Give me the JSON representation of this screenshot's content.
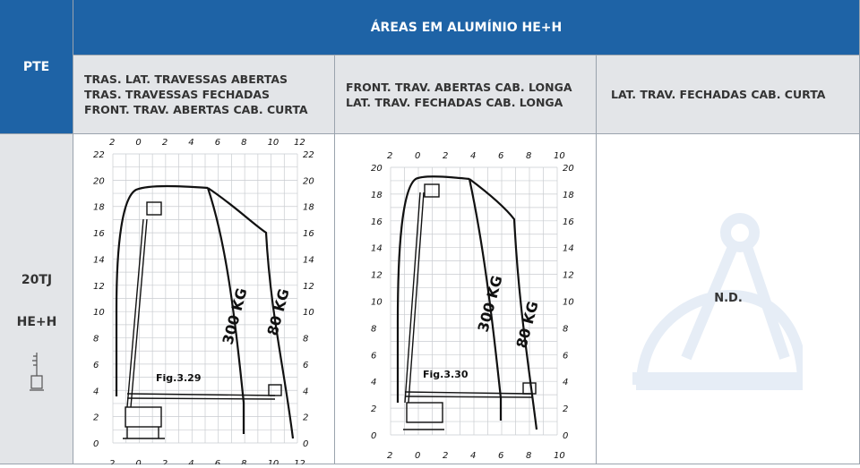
{
  "header": {
    "pte_label": "PTE",
    "areas_title": "ÁREAS EM ALUMÍNIO HE+H"
  },
  "columns": [
    {
      "lines": [
        "TRAS. LAT. TRAVESSAS ABERTAS",
        "TRAS. TRAVESSAS FECHADAS",
        "FRONT. TRAV. ABERTAS CAB. CURTA"
      ]
    },
    {
      "lines": [
        "FRONT. TRAV. ABERTAS CAB. LONGA",
        "LAT. TRAV. FECHADAS CAB. LONGA"
      ]
    },
    {
      "lines": [
        "LAT. TRAV. FECHADAS CAB. CURTA"
      ]
    }
  ],
  "model": {
    "name": "20TJ",
    "variant": "HE+H"
  },
  "diagram1": {
    "figure": "Fig.3.29",
    "y_ticks": [
      "22",
      "20",
      "18",
      "16",
      "14",
      "12",
      "10",
      "8",
      "6",
      "4",
      "2",
      "0"
    ],
    "x_ticks": [
      "2",
      "0",
      "2",
      "4",
      "6",
      "8",
      "10",
      "12"
    ],
    "load_inner": "300 KG",
    "load_outer": "80 KG"
  },
  "diagram2": {
    "figure": "Fig.3.30",
    "y_ticks": [
      "20",
      "18",
      "16",
      "14",
      "12",
      "10",
      "8",
      "6",
      "4",
      "2",
      "0"
    ],
    "x_ticks": [
      "2",
      "0",
      "2",
      "4",
      "6",
      "8",
      "10"
    ],
    "load_inner": "300 KG",
    "load_outer": "80 KG"
  },
  "col3": {
    "value": "N.D."
  },
  "colors": {
    "header_blue": "#1e63a6",
    "subheader_gray": "#e3e5e8",
    "watermark": "#e6edf6"
  }
}
